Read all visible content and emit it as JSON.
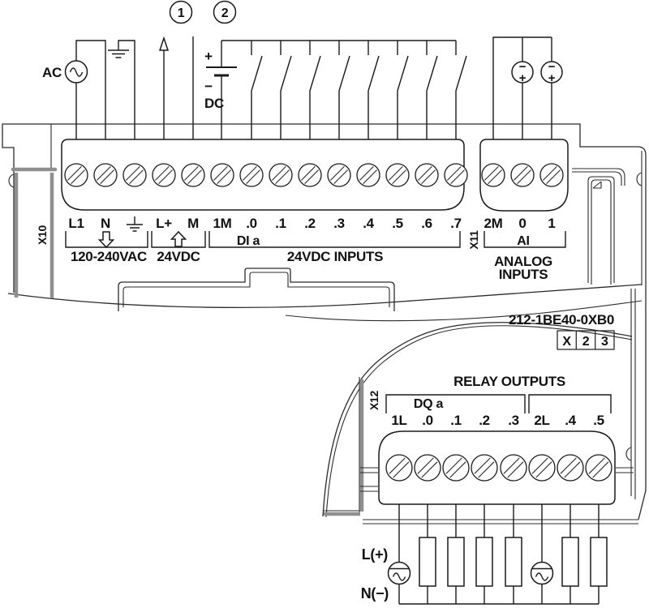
{
  "callouts": {
    "c1": "1",
    "c2": "2"
  },
  "top_wiring": {
    "ac_label": "AC",
    "battery_plus": "+",
    "battery_minus": "−",
    "battery_label": "DC"
  },
  "analog_sources": {
    "minus": "−",
    "plus": "+"
  },
  "top_block": {
    "connector": "X10",
    "terminals": [
      "L1",
      "N",
      "L+",
      "M",
      "1M",
      ".0",
      ".1",
      ".2",
      ".3",
      ".4",
      ".5",
      ".6",
      ".7"
    ],
    "group_mains": "120-240VAC",
    "group_dc": "24VDC",
    "group_di": "DI a",
    "group_di_caption": "24VDC INPUTS"
  },
  "analog_block": {
    "connector": "X11",
    "terminals": [
      "2M",
      "0",
      "1"
    ],
    "group": "AI",
    "caption1": "ANALOG",
    "caption2": "INPUTS"
  },
  "module": {
    "part_number": "212-1BE40-0XB0",
    "order_code": [
      "X",
      "2",
      "3"
    ]
  },
  "relay_block": {
    "connector": "X12",
    "title": "RELAY OUTPUTS",
    "group": "DQ a",
    "terminals": [
      "1L",
      ".0",
      ".1",
      ".2",
      ".3",
      "2L",
      ".4",
      ".5"
    ]
  },
  "bottom_wiring": {
    "line": "L(+)",
    "neutral": "N(−)"
  }
}
